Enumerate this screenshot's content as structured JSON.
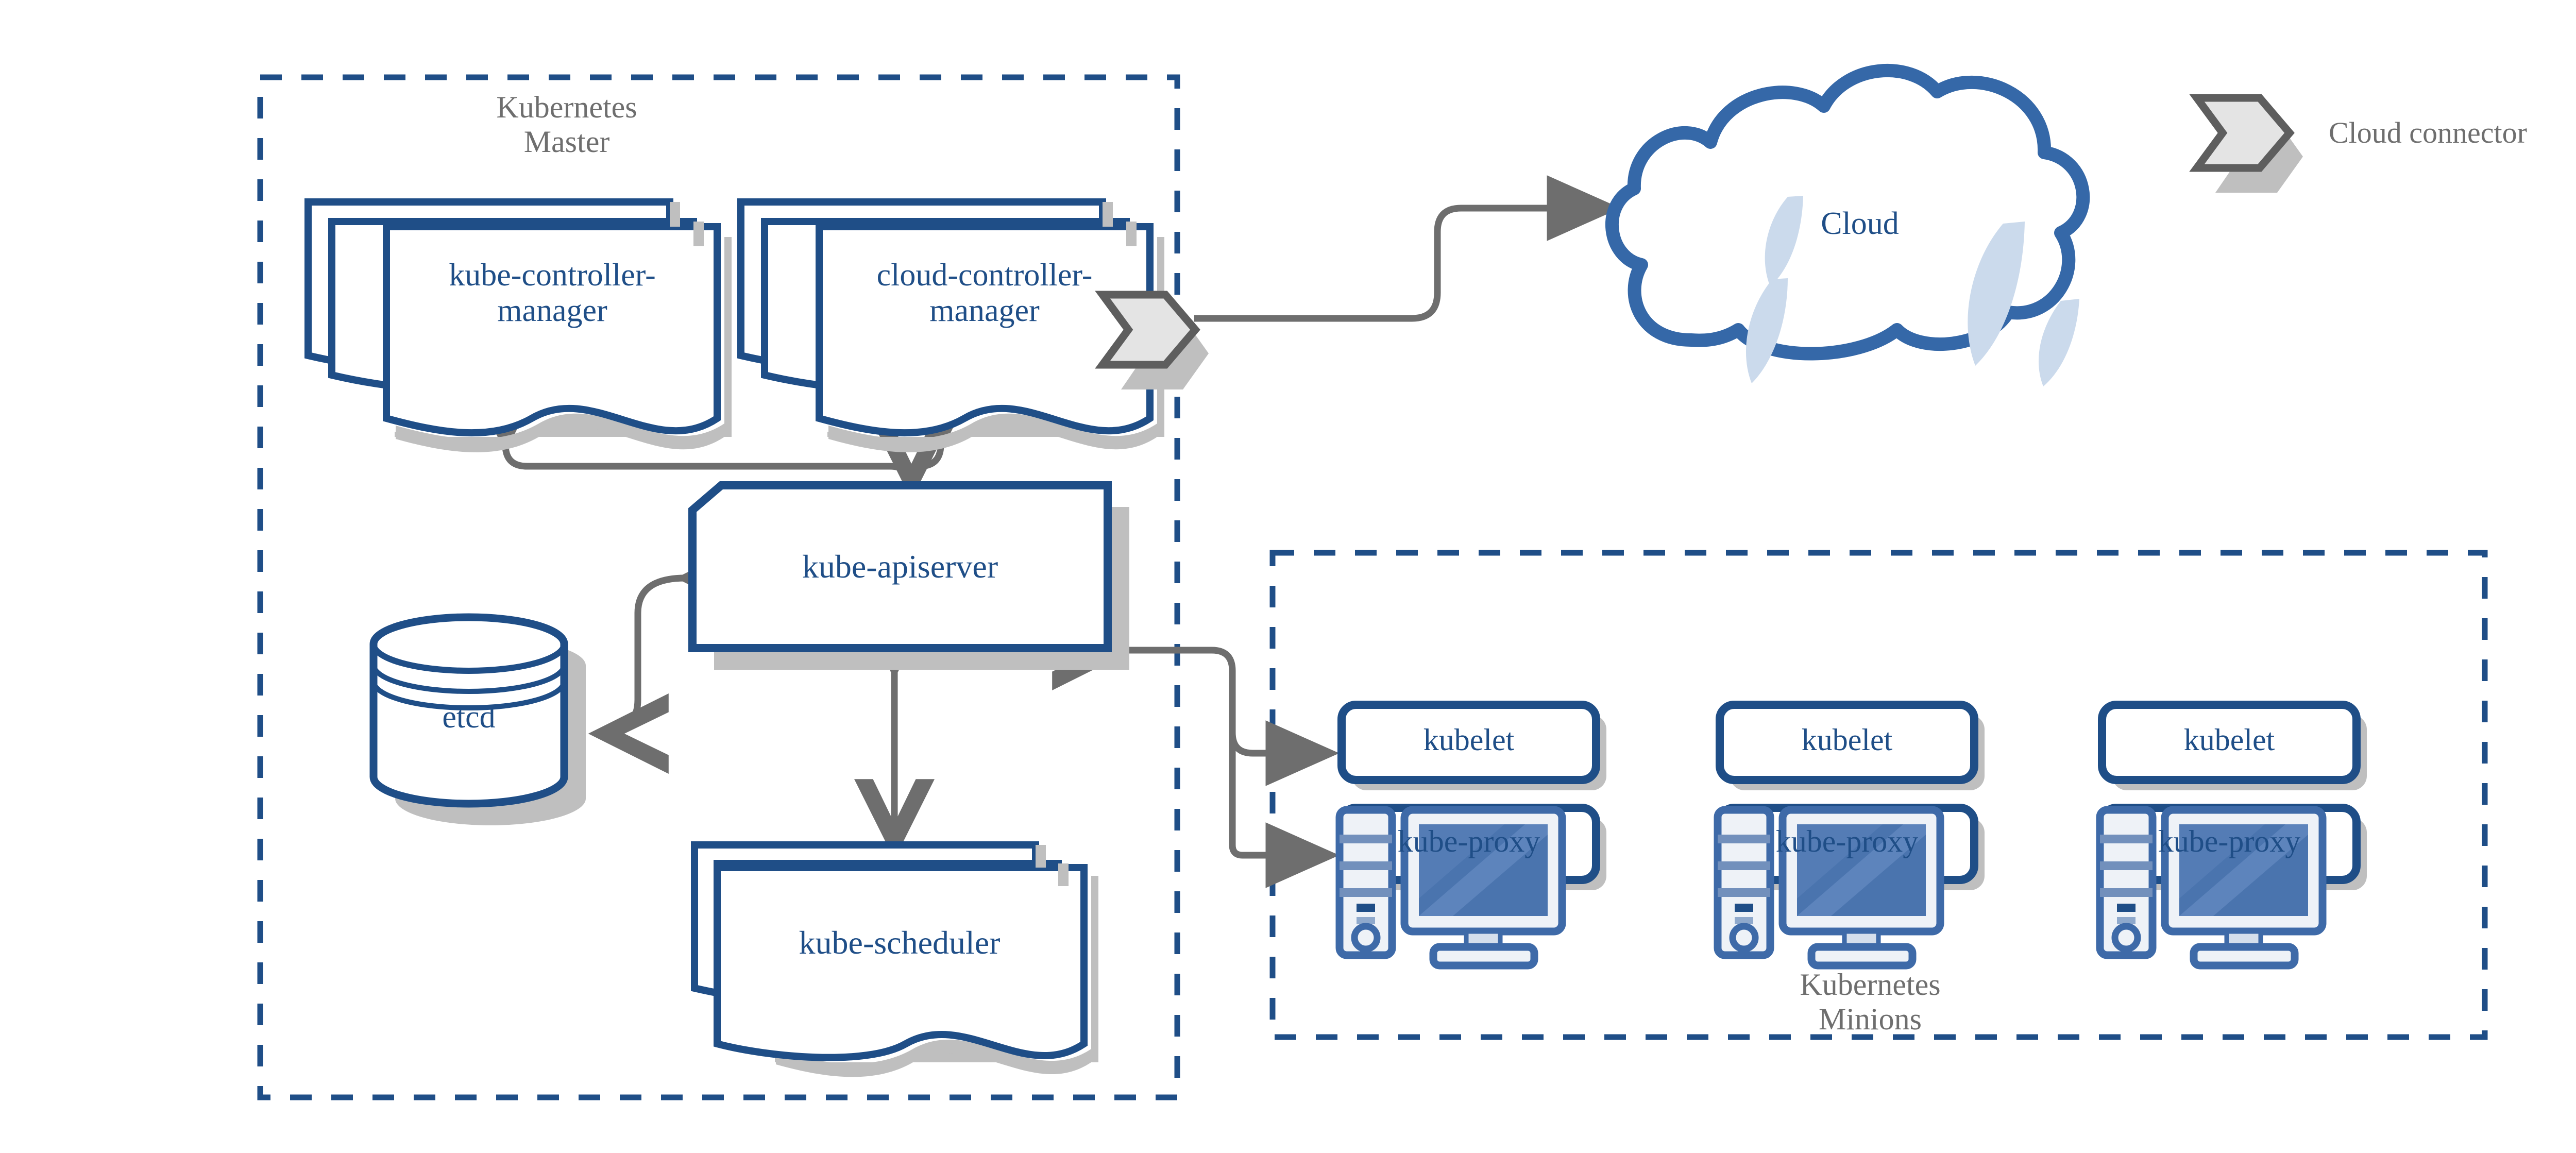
{
  "diagram": {
    "title": "Kubernetes architecture",
    "colors": {
      "blue_dark": "#1F4E87",
      "blue_mid": "#3E6AA8",
      "blue_screen": "#4A74AE",
      "blue_light": "#CBDAEC",
      "panel_light": "#EEF2F7",
      "gray_line": "#6E6E6E",
      "gray_shadow": "#BFBFBF",
      "legend_fill": "#E4E4E4",
      "legend_stroke": "#5E5E5E",
      "white": "#FFFFFF"
    }
  },
  "groups": {
    "master": {
      "label": "Kubernetes\nMaster"
    },
    "minions": {
      "label": "Kubernetes\nMinions"
    }
  },
  "legend": {
    "icon": "cloud-connector-chevron-icon",
    "label": "Cloud connector"
  },
  "master_components": {
    "kube_controller_manager": "kube-controller-\nmanager",
    "cloud_controller_manager": "cloud-controller-\nmanager",
    "kube_apiserver": "kube-apiserver",
    "etcd": "etcd",
    "kube_scheduler": "kube-scheduler"
  },
  "cloud": {
    "label": "Cloud"
  },
  "nodes": [
    {
      "kubelet": "kubelet",
      "kube_proxy": "kube-proxy",
      "computer": "computer-icon"
    },
    {
      "kubelet": "kubelet",
      "kube_proxy": "kube-proxy",
      "computer": "computer-icon"
    },
    {
      "kubelet": "kubelet",
      "kube_proxy": "kube-proxy",
      "computer": "computer-icon"
    }
  ],
  "connections": [
    {
      "from": "kube-controller-manager",
      "to": "kube-apiserver",
      "arrow": "both"
    },
    {
      "from": "cloud-controller-manager",
      "to": "kube-apiserver",
      "arrow": "both"
    },
    {
      "from": "cloud-controller-manager",
      "to": "Cloud",
      "arrow": "single"
    },
    {
      "from": "kube-apiserver",
      "to": "etcd",
      "arrow": "both"
    },
    {
      "from": "kube-apiserver",
      "to": "kube-scheduler",
      "arrow": "both"
    },
    {
      "from": "kube-apiserver",
      "to": "kubelet",
      "arrow": "both"
    },
    {
      "from": "kube-apiserver",
      "to": "kube-proxy",
      "arrow": "both"
    }
  ]
}
